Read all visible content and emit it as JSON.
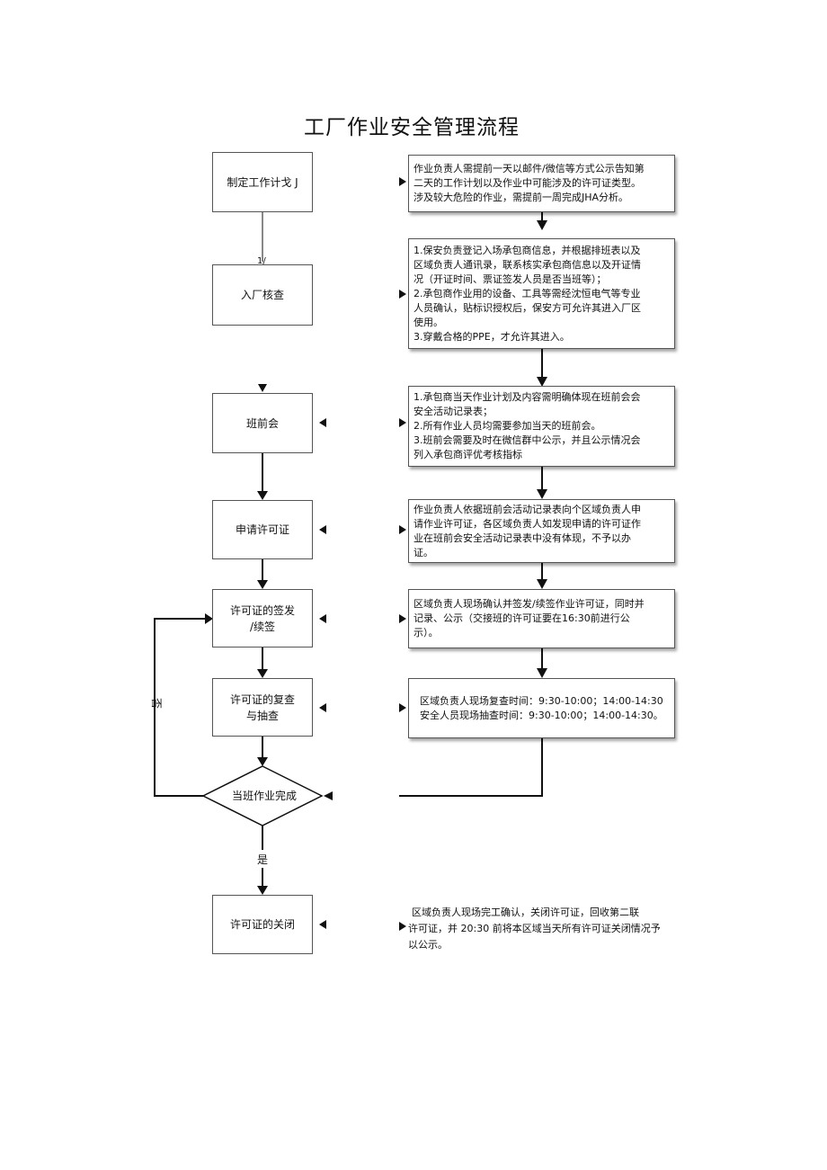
{
  "title": "工厂作业安全管理流程",
  "steps": {
    "plan": "制定工作计戈 J",
    "entry": "入厂核查",
    "pre_shift": "班前会",
    "apply": "申请许可证",
    "issue": [
      "许可证的签发",
      "/续签"
    ],
    "review": [
      "许可证的复查",
      "与抽查"
    ],
    "decision": "当班作业完成",
    "close": "许可证的关闭"
  },
  "labels": {
    "plan_to_entry": "1/",
    "loop_back": "否",
    "yes": "是"
  },
  "descriptions": {
    "plan": [
      "作业负责人需提前一天以邮件/微信等方式公示告知第",
      "二天的工作计划以及作业中可能涉及的许可证类型。",
      "涉及较大危险的作业，需提前一周完成JHA分析。"
    ],
    "entry": [
      "1.保安负责登记入场承包商信息，并根据排班表以及",
      "区域负责人通讯录，联系核实承包商信息以及开证情",
      "况（开证时间、票证签发人员是否当班等）；",
      "2.承包商作业用的设备、工具等需经沈恒电气等专业",
      "人员确认，贴标识授权后，保安方可允许其进入厂区",
      "使用。",
      "3.穿戴合格的PPE，才允许其进入。"
    ],
    "pre_shift": [
      "1.承包商当天作业计划及内容需明确体现在班前会会",
      "安全活动记录表；",
      "2.所有作业人员均需要参加当天的班前会。",
      "3.班前会需要及时在微信群中公示，并且公示情况会",
      "列入承包商评优考核指标"
    ],
    "apply": [
      "作业负责人依据班前会活动记录表向个区域负责人申",
      "请作业许可证，各区域负责人如发现申请的许可证作",
      "业在班前会安全活动记录表中没有体现，不予以办",
      "证。"
    ],
    "issue": [
      "区域负责人现场确认并签发/续签作业许可证，同时并",
      "记录、公示（交接班的许可证要在16:30前进行公",
      "示）。"
    ],
    "review": [
      "区域负责人现场复查时间：9:30-10:00；14:00-14:30",
      "安全人员现场抽查时间：9:30-10:00；14:00-14:30。"
    ],
    "close": [
      "区域负责人现场完工确认，关闭许可证，回收第二联",
      "许可证，并 20:30 前将本区域当天所有许可证关闭情况予",
      "以公示。"
    ]
  }
}
